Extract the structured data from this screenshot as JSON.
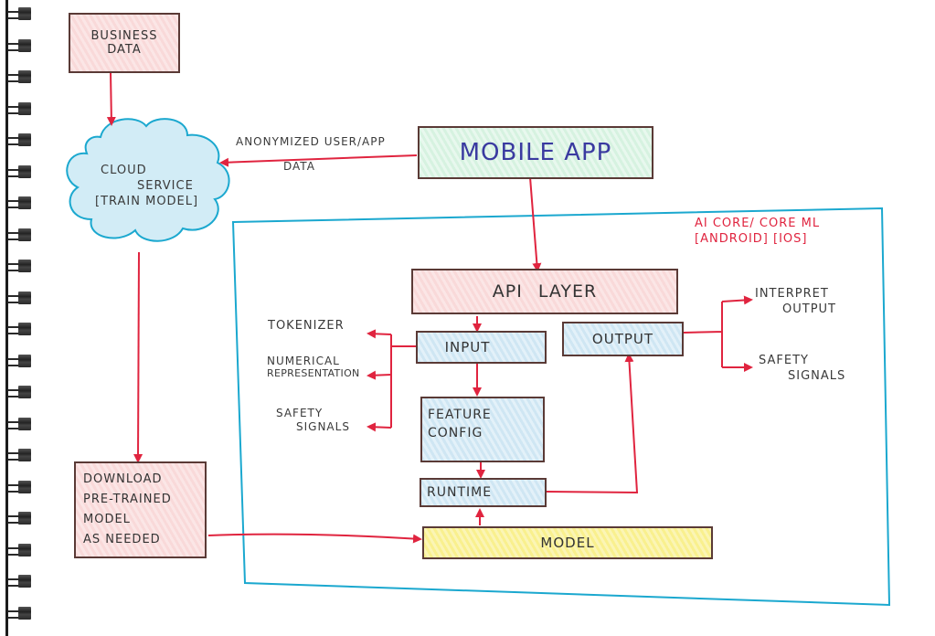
{
  "diagram": {
    "nodes": {
      "business_data": "Business\nData",
      "cloud_service": {
        "line1": "Cloud",
        "line2": "Service",
        "line3": "[Train Model]"
      },
      "mobile_app": "Mobile App",
      "api_layer": "API Layer",
      "input": "Input",
      "output": "Output",
      "feature_config": {
        "line1": "Feature",
        "line2": "Config"
      },
      "runtime": "Runtime",
      "model": "Model",
      "download_model": {
        "line1": "Download",
        "line2": "Pre-trained",
        "line3": "Model",
        "line4": "As Needed"
      }
    },
    "container": {
      "title_line1": "AI Core/ Core ML",
      "title_line2": "[Android] [iOS]"
    },
    "edge_labels": {
      "anonymized_line1": "Anonymized User/App",
      "anonymized_line2": "Data"
    },
    "input_outputs": {
      "tokenizer": "Tokenizer",
      "numerical_rep_line1": "Numerical",
      "numerical_rep_line2": "Representation",
      "safety_signals_line1": "Safety",
      "safety_signals_line2": "Signals"
    },
    "output_outputs": {
      "interpret_line1": "Interpret",
      "interpret_line2": "Output",
      "safety_signals_line1": "Safety",
      "safety_signals_line2": "Signals"
    },
    "colors": {
      "arrow": "#e0243f",
      "container_border": "#1ba8cf",
      "box_border": "#5a3a36",
      "mobile_app_text": "#3a3aa0"
    }
  }
}
